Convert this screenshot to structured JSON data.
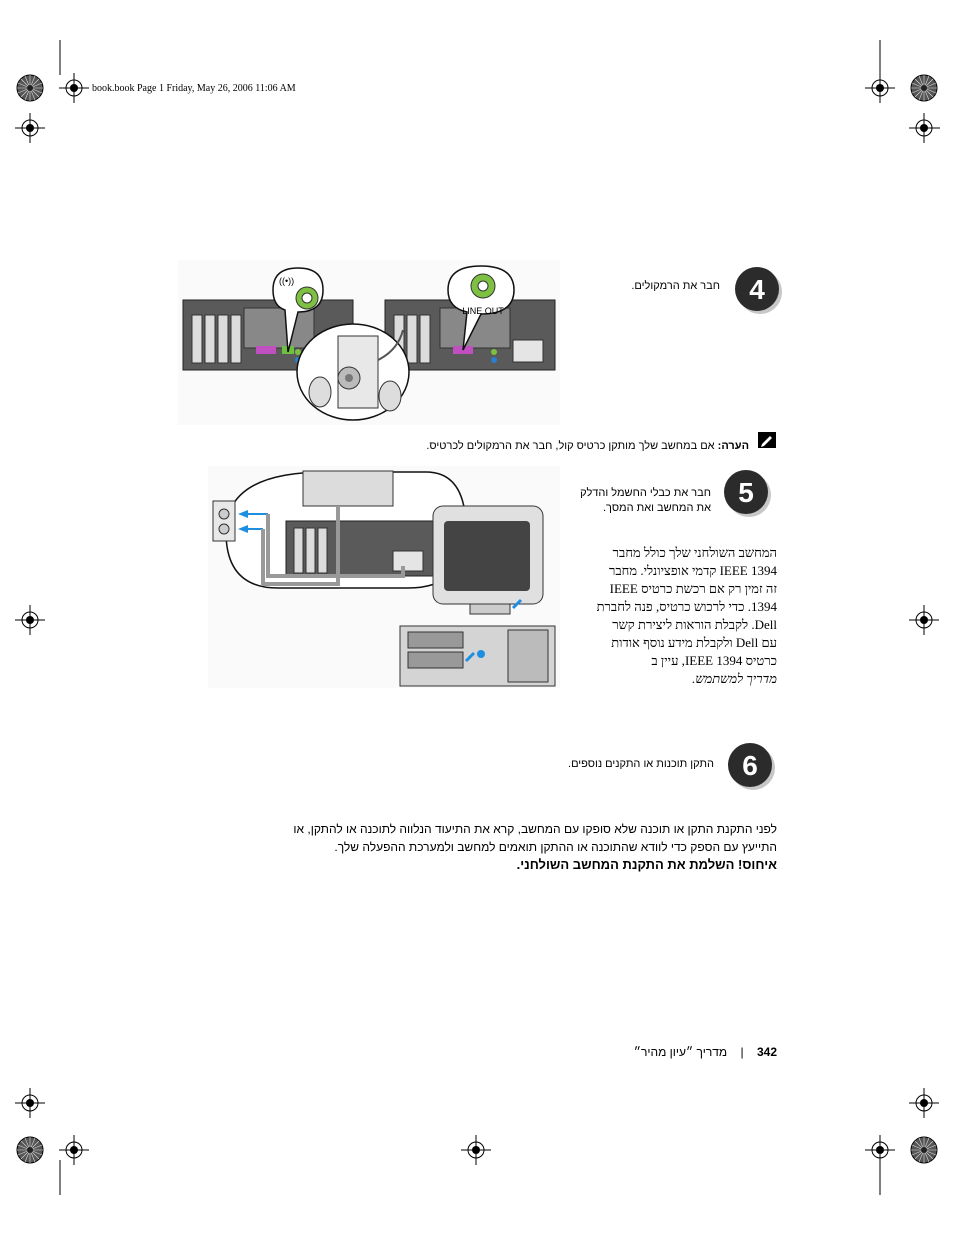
{
  "header": {
    "file_line": "book.book  Page 1  Friday, May 26, 2006  11:06 AM"
  },
  "steps": [
    {
      "number": "4",
      "text": "חבר את הרמקולים."
    },
    {
      "number": "5",
      "text_lines": [
        "חבר את כבלי החשמל והדלק",
        "את המחשב ואת המסך."
      ]
    },
    {
      "number": "6",
      "text": "התקן תוכנות או התקנים נוספים."
    }
  ],
  "note": {
    "label": "הערה:",
    "text": "אם במחשב שלך מותקן כרטיס קול, חבר את הרמקולים לכרטיס."
  },
  "figure1": {
    "line_out_label": "LINE OUT"
  },
  "ieee_para_lines": [
    "המחשב השולחני שלך כולל מחבר",
    "IEEE 1394 קדמי אופציונלי. מחבר",
    "זה זמין רק אם רכשת כרטיס IEEE",
    "1394. כדי לרכוש כרטיס, פנה לחברת",
    "Dell. לקבלת הוראות ליצירת קשר",
    "עם Dell ולקבלת מידע נוסף אודות",
    "כרטיס IEEE 1394, עיין ב",
    "מדריך למשתמש."
  ],
  "install_para_lines": [
    "לפני התקנת התקן או תוכנה שלא סופקו עם המחשב, קרא את התיעוד הנלווה לתוכנה או להתקן, או",
    "התייעץ עם הספק כדי לוודא שהתוכנה או ההתקן תואמים למחשב ולמערכת ההפעלה שלך."
  ],
  "notice": "איחוס! השלמת את התקנת המחשב השולחני.",
  "footer": {
    "page_number": "342",
    "separator": "|",
    "guide_title": "מדריך ״עיון מהיר״"
  },
  "colors": {
    "badge": "#2b2b2b",
    "green_jack": "#7ec142",
    "blue_arrow": "#1e8ee0"
  }
}
